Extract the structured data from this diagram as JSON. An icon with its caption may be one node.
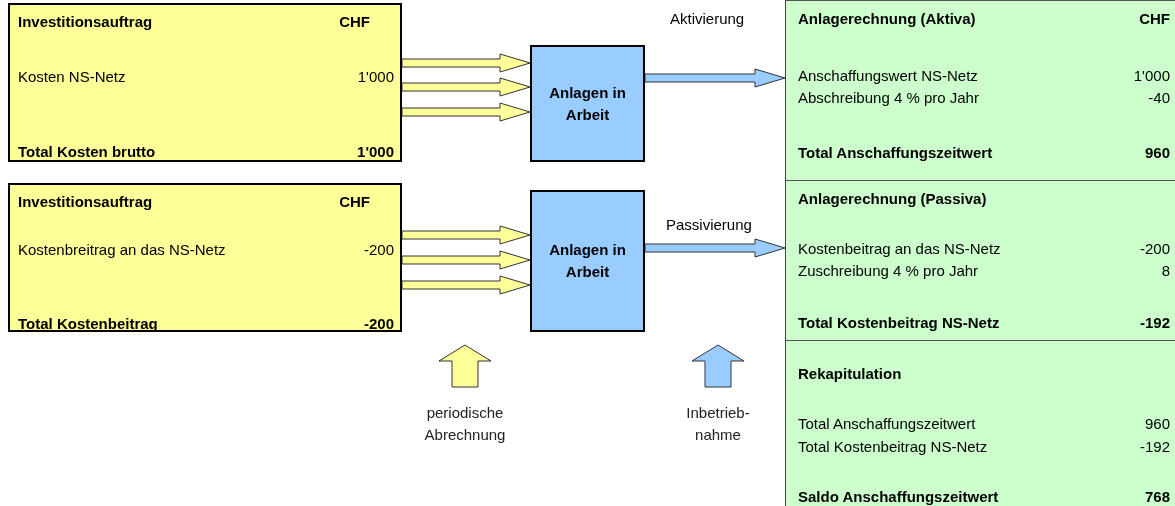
{
  "diagram": {
    "nodes": [
      {
        "text": [
          "Investitionsauftrag",
          "CHF",
          "Kosten NS-Netz",
          "1'000",
          "Total Kosten brutto",
          "1'000"
        ]
      },
      {
        "text": [
          "Anlagen in Arbeit"
        ]
      },
      {
        "text": [
          "Anlagerechnung (Aktiva)",
          "CHF",
          "Anschaffungswert NS-Netz",
          "1'000",
          "Abschreibung 4 % pro Jahr",
          "-40",
          "Total Anschaffungszeitwert",
          "960"
        ]
      },
      {
        "text": [
          "Investitionsauftrag",
          "CHF",
          "Kostenbreitrag an das NS-Netz",
          "-200",
          "Total Kostenbeitrag",
          "-200"
        ]
      },
      {
        "text": [
          "Anlagen in Arbeit"
        ]
      },
      {
        "text": [
          "Anlagerechnung (Passiva)",
          "Kostenbeitrag an das NS-Netz",
          "-200",
          "Zuschreibung 4 % pro Jahr",
          "8",
          "Total Kostenbeitrag NS-Netz",
          "-192"
        ]
      },
      {
        "text": [
          "Rekapitulation",
          "Total Anschaffungszeitwert",
          "960",
          "Total Kostenbeitrag NS-Netz",
          "-192",
          "Saldo Anschaffungszeitwert",
          "768"
        ]
      }
    ],
    "edges": [
      {
        "from": 0,
        "to": 1,
        "arrow": "to"
      },
      {
        "from": 0,
        "to": 1,
        "arrow": "to"
      },
      {
        "from": 0,
        "to": 1,
        "arrow": "to"
      },
      {
        "from": 1,
        "to": 2,
        "arrow": "to",
        "label": "Aktivierung",
        "color": "#99ccff"
      },
      {
        "from": 3,
        "to": 4,
        "arrow": "to"
      },
      {
        "from": 3,
        "to": 4,
        "arrow": "to"
      },
      {
        "from": 3,
        "to": 4,
        "arrow": "to"
      },
      {
        "from": 4,
        "to": 5,
        "arrow": "to",
        "label": "Passivierung",
        "color": "#99ccff"
      }
    ],
    "labels": [
      "periodische Abrechnung",
      "Inbetrieb- nahme"
    ]
  }
}
